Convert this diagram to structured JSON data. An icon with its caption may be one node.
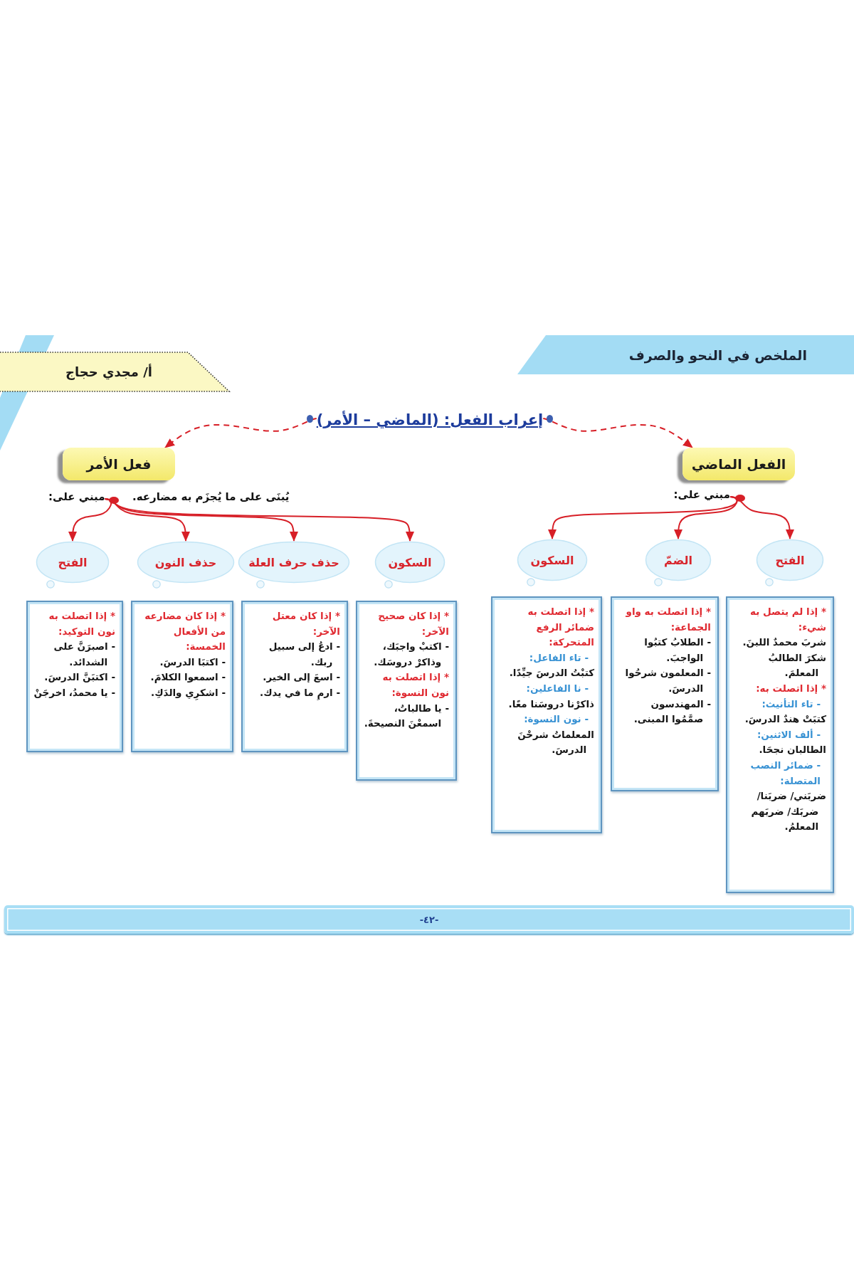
{
  "diagram": {
    "nodes": [
      {
        "text": [
          "الملخص في النحو والصرف"
        ]
      },
      {
        "text": [
          "أ/ مجدي حجاج"
        ]
      },
      {
        "text": [
          "إعراب الفعل: (الماضي – الأمر)"
        ]
      },
      {
        "text": [
          "الفعل الماضي"
        ]
      },
      {
        "text": [
          "فعل الأمر"
        ]
      },
      {
        "text": [
          "مبني على:"
        ]
      },
      {
        "text": [
          "مبني على:"
        ]
      },
      {
        "text": [
          "الفتح"
        ]
      },
      {
        "text": [
          "الضمّ"
        ]
      },
      {
        "text": [
          "السكون"
        ]
      },
      {
        "text": [
          "السكون"
        ]
      },
      {
        "text": [
          "حذف حرف العلة"
        ]
      },
      {
        "text": [
          "حذف النون"
        ]
      },
      {
        "text": [
          "الفتح"
        ]
      },
      {
        "text": [
          "* إذا لم يتصل به شيء:",
          "شربَ محمدٌ اللبنَ.",
          "شكرَ الطالبُ المعلمَ.",
          "* إذا اتصلت به:",
          "- تاء التأنيث:",
          "كتبَتْ هندٌ الدرسَ.",
          "- ألف الاثنين:",
          "الطالبان نجحَا.",
          "- ضمائر النصب المتصلة:",
          "ضربَني/ ضربَنا/ ضربَك/ ضربَهم المعلمُ."
        ]
      },
      {
        "text": [
          "* إذا اتصلت به واو الجماعة:",
          "- الطلابُ كتبُوا الواجبَ.",
          "- المعلمون شرحُوا الدرسَ.",
          "- المهندسون صمَّمُوا المبنى."
        ]
      },
      {
        "text": [
          "* إذا اتصلت به ضمائر الرفع المتحركة:",
          "- تاء الفاعل:",
          "كتبْتُ الدرسَ جيِّدًا.",
          "- نا الفاعلين:",
          "ذاكرْنا دروسَنا معًا.",
          "- نون النسوة:",
          "المعلماتُ شرحْنَ الدرسَ."
        ]
      },
      {
        "text": [
          "* إذا كان صحيح الآخر:",
          "- اكتبْ واجبَك، وذاكرْ دروسَك.",
          "* إذا اتصلت به نون النسوة:",
          "- يا طالباتُ، اسمعْنَ النصيحةَ."
        ]
      },
      {
        "text": [
          "* إذا كان معتل الآخر:",
          "- ادعُ إلى سبيل ربك.",
          "- اسعَ إلى الخير.",
          "- ارمِ ما في يدك."
        ]
      },
      {
        "text": [
          "* إذا كان مضارعه من الأفعال الخمسة:",
          "- اكتبَا الدرسَ.",
          "- اسمعوا الكلامَ.",
          "- اشكرِي والدَكِ."
        ]
      },
      {
        "text": [
          "* إذا اتصلت به نون التوكيد:",
          "- اصبرَنَّ على الشدائد.",
          "- اكتبَنَّ الدرسَ.",
          "- يا محمدُ، اخرجَنْ"
        ]
      },
      {
        "text": [
          "-٤٢-"
        ]
      }
    ],
    "edges": [
      {
        "from": 2,
        "to": 3,
        "arrow": "to",
        "style": "dashed"
      },
      {
        "from": 2,
        "to": 4,
        "arrow": "to",
        "style": "dashed"
      },
      {
        "from": 5,
        "to": 7,
        "arrow": "to"
      },
      {
        "from": 5,
        "to": 8,
        "arrow": "to"
      },
      {
        "from": 5,
        "to": 9,
        "arrow": "to"
      },
      {
        "from": 6,
        "to": 10,
        "arrow": "to"
      },
      {
        "from": 6,
        "to": 11,
        "arrow": "to"
      },
      {
        "from": 6,
        "to": 12,
        "arrow": "to"
      },
      {
        "from": 6,
        "to": 13,
        "arrow": "to"
      }
    ],
    "labels": [
      "يُبنَى على ما يُجزَم به مضارعه."
    ]
  }
}
